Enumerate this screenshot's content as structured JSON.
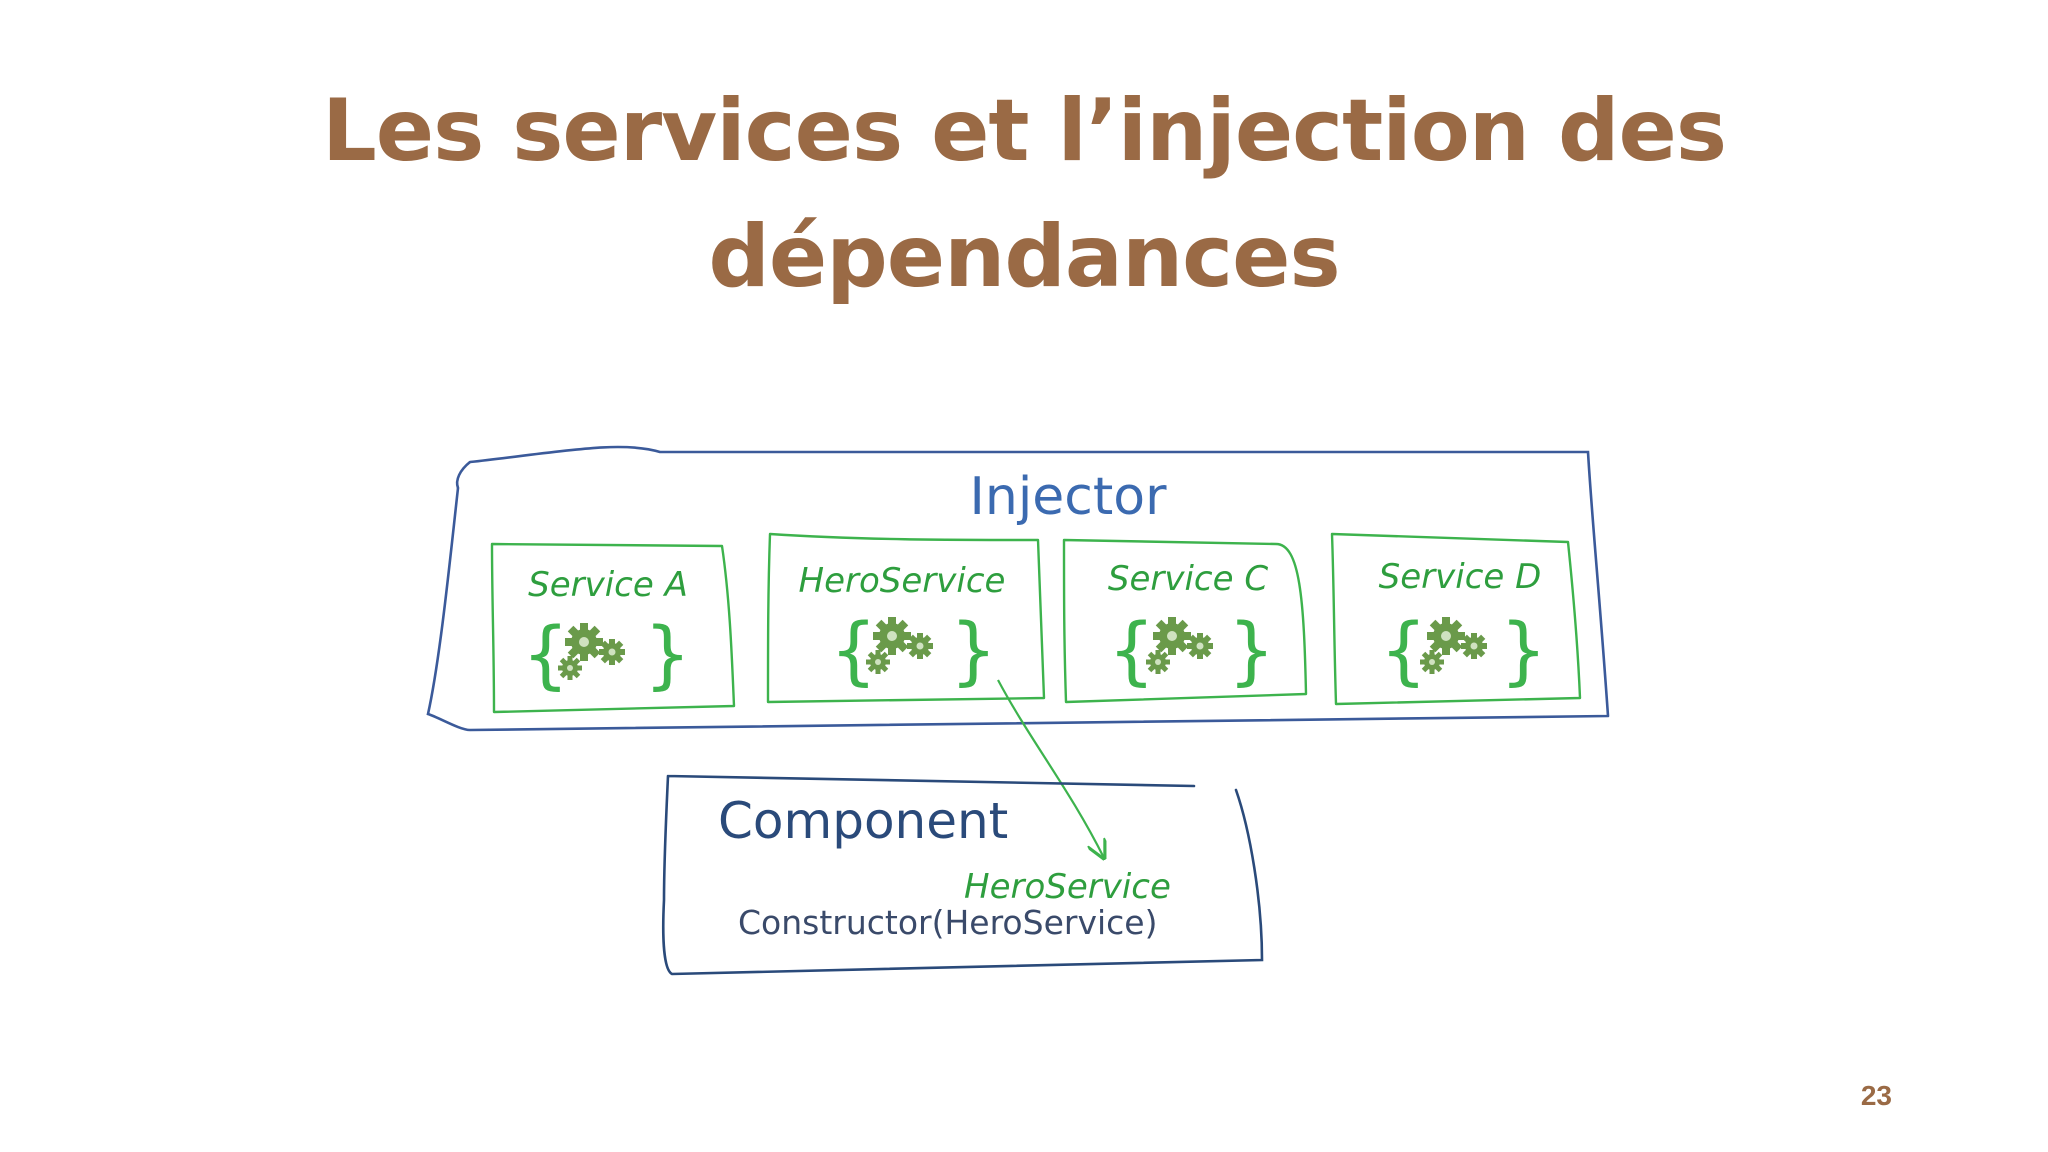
{
  "slide": {
    "title_line1": "Les services et l’injection des",
    "title_line2": "dépendances",
    "page_number": "23"
  },
  "diagram": {
    "injector_label": "Injector",
    "services": [
      {
        "label": "Service A"
      },
      {
        "label": "HeroService"
      },
      {
        "label": "Service C"
      },
      {
        "label": "Service D"
      }
    ],
    "component": {
      "label": "Component",
      "injected_label": "HeroService",
      "constructor_label": "Constructor(HeroService)"
    }
  },
  "colors": {
    "title": "#9a6a45",
    "injector_border": "#3b5a9a",
    "service_border": "#3db34d",
    "service_text": "#2e9e3e",
    "gear": "#6a9a4a",
    "component_text": "#2a4a7a"
  }
}
